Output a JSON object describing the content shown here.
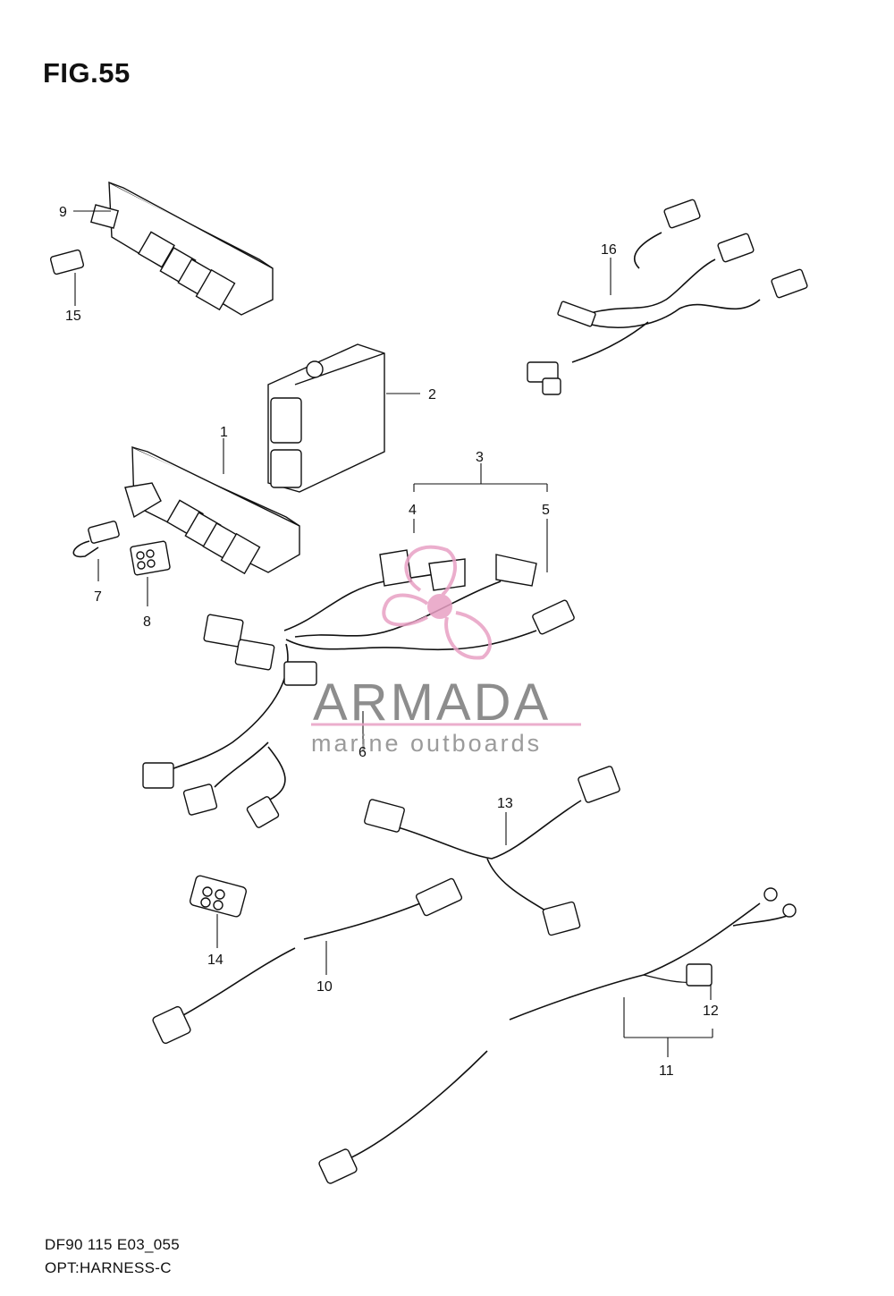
{
  "figure": {
    "title": "FIG.55",
    "code": "DF90 115 E03_055",
    "name": "OPT:HARNESS-C"
  },
  "watermark": {
    "brand": "ARMADA",
    "tagline": "marine outboards",
    "brand_color": "#e8a0c4"
  },
  "callouts": [
    "1",
    "2",
    "3",
    "4",
    "5",
    "6",
    "7",
    "8",
    "9",
    "10",
    "11",
    "12",
    "13",
    "14",
    "15",
    "16"
  ]
}
